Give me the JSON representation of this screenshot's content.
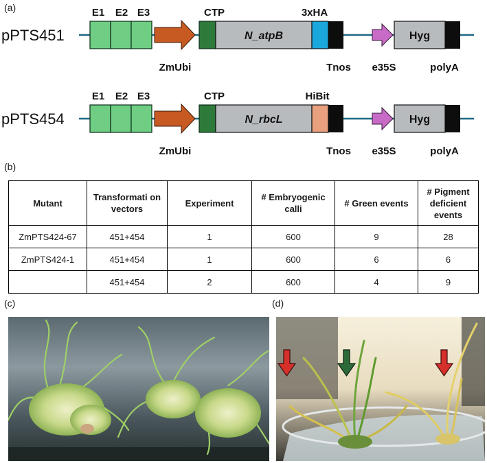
{
  "panels": {
    "a": "(a)",
    "b": "(b)",
    "c": "(c)",
    "d": "(d)"
  },
  "constructs": [
    {
      "name": "pPTS451",
      "enhancers": [
        "E1",
        "E2",
        "E3"
      ],
      "promoter": "ZmUbi",
      "transit": "CTP",
      "gene": "N_atpB",
      "tag": "3xHA",
      "tag_color": "#1aa7dc",
      "terminator": "Tnos",
      "selection_promoter": "e35S",
      "selection_gene": "Hyg",
      "polya": "polyA"
    },
    {
      "name": "pPTS454",
      "enhancers": [
        "E1",
        "E2",
        "E3"
      ],
      "promoter": "ZmUbi",
      "transit": "CTP",
      "gene": "N_rbcL",
      "tag": "HiBit",
      "tag_color": "#e8a07e",
      "terminator": "Tnos",
      "selection_promoter": "e35S",
      "selection_gene": "Hyg",
      "polya": "polyA"
    }
  ],
  "colors": {
    "enhancer": "#6fce83",
    "promoter": "#c65a22",
    "transit": "#2e7a3a",
    "gene_body": "#b8bbbe",
    "selection_promoter": "#c76bc6",
    "terminator": "#0d0d0d",
    "backbone": "#1d6a86",
    "arrow_green": "#2d6a3a",
    "arrow_red": "#d6302b"
  },
  "table": {
    "headers": [
      "Mutant",
      "Transformati on vectors",
      "Experiment",
      "# Embryogenic calli",
      "# Green events",
      "# Pigment deficient events"
    ],
    "rows": [
      [
        "ZmPTS424-67",
        "451+454",
        "1",
        "600",
        "9",
        "28"
      ],
      [
        "ZmPTS424-1",
        "451+454",
        "1",
        "600",
        "6",
        "6"
      ],
      [
        "",
        "451+454",
        "2",
        "600",
        "4",
        "9"
      ]
    ]
  }
}
